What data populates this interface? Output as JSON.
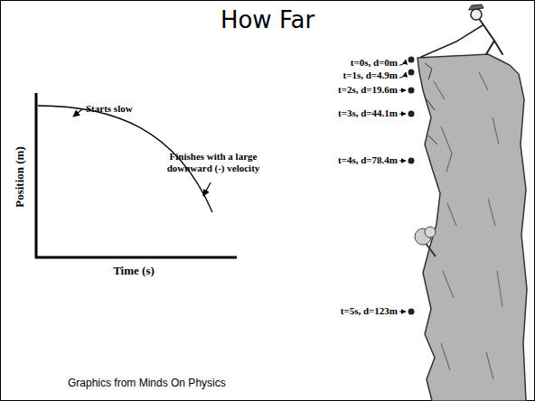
{
  "diagram": {
    "title": "How Far",
    "caption": "Graphics from Minds On Physics",
    "labels": [
      "Starts slow",
      "Finishes with a large downward (-) velocity",
      "Position (m)",
      "Time (s)",
      "t=0s, d=0m",
      "t=1s, d=4.9m",
      "t=2s, d=19.6m",
      "t=3s, d=44.1m",
      "t=4s, d=78.4m",
      "t=5s, d=123m"
    ]
  }
}
